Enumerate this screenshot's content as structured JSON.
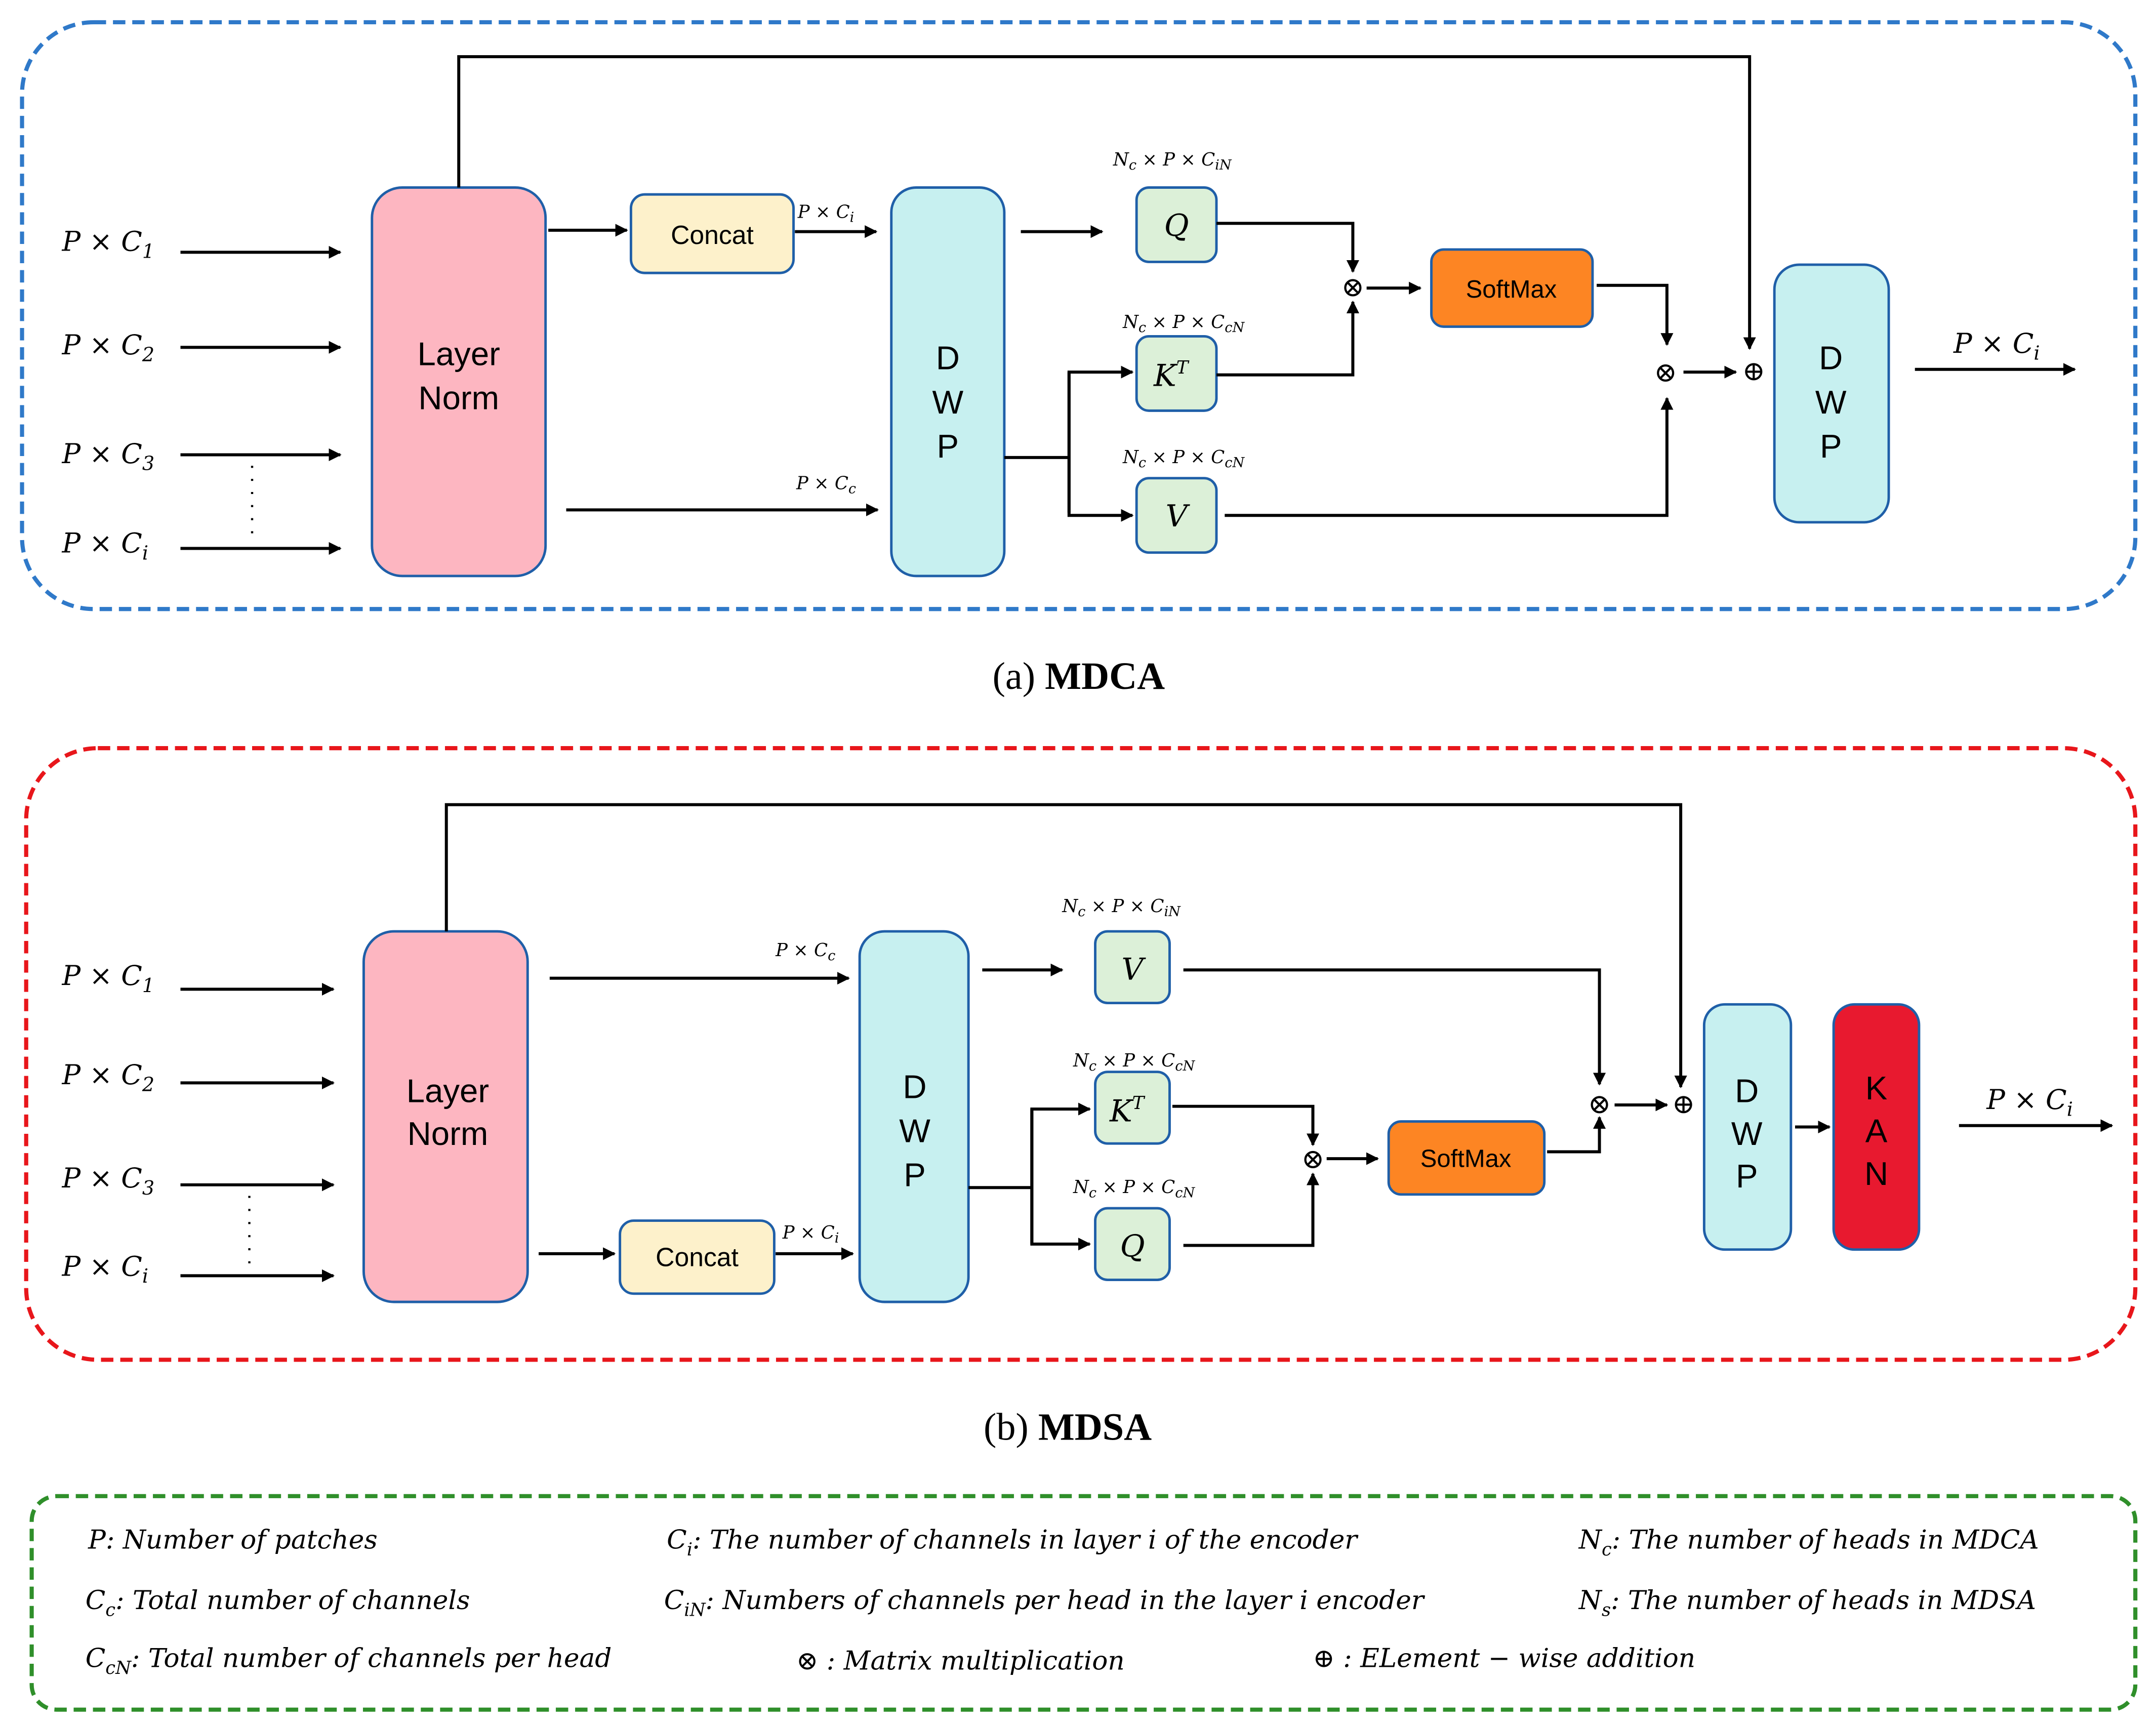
{
  "colors": {
    "panel_a_border": "#2f79c9",
    "panel_b_border": "#e8161b",
    "legend_border": "#2f8f2a",
    "layer_norm_fill": "#fdb6c1",
    "dwp_fill": "#c7f0f0",
    "concat_fill": "#fdf1cb",
    "qkv_fill": "#dcf0d8",
    "softmax_fill": "#fd8523",
    "kan_fill": "#e8192f",
    "box_stroke": "#1f5fa8"
  },
  "panel_a": {
    "caption_prefix": "(a)",
    "caption_name": "MDCA",
    "inputs": [
      "P × C",
      "P × C",
      "P × C",
      "P × C"
    ],
    "input_subscripts": [
      "1",
      "2",
      "3",
      "i"
    ],
    "layer_norm": [
      "Layer",
      "Norm"
    ],
    "concat": "Concat",
    "concat_out_label": "P × C",
    "concat_out_sub": "i",
    "direct_label": "P × C",
    "direct_sub": "c",
    "dwp1": [
      "D",
      "W",
      "P"
    ],
    "q": {
      "label": "Q",
      "dim": "N",
      "dim_sub1": "c",
      "dim_mid": " × P × C",
      "dim_sub2": "iN"
    },
    "k": {
      "label": "K",
      "sup": "T",
      "dim": "N",
      "dim_sub1": "c",
      "dim_mid": " × P × C",
      "dim_sub2": "cN"
    },
    "v": {
      "label": "V",
      "dim": "N",
      "dim_sub1": "c",
      "dim_mid": " × P × C",
      "dim_sub2": "cN"
    },
    "softmax": "SoftMax",
    "mat_mul": "⊗",
    "add": "⊕",
    "dwp2": [
      "D",
      "W",
      "P"
    ],
    "output": "P × C",
    "output_sub": "i"
  },
  "panel_b": {
    "caption_prefix": "(b)",
    "caption_name": "MDSA",
    "inputs": [
      "P × C",
      "P × C",
      "P × C",
      "P × C"
    ],
    "input_subscripts": [
      "1",
      "2",
      "3",
      "i"
    ],
    "layer_norm": [
      "Layer",
      "Norm"
    ],
    "direct_label": "P × C",
    "direct_sub": "c",
    "concat": "Concat",
    "concat_out_label": "P × C",
    "concat_out_sub": "i",
    "dwp1": [
      "D",
      "W",
      "P"
    ],
    "v": {
      "label": "V",
      "dim": "N",
      "dim_sub1": "c",
      "dim_mid": " × P × C",
      "dim_sub2": "iN"
    },
    "k": {
      "label": "K",
      "sup": "T",
      "dim": "N",
      "dim_sub1": "c",
      "dim_mid": " × P × C",
      "dim_sub2": "cN"
    },
    "q": {
      "label": "Q",
      "dim": "N",
      "dim_sub1": "c",
      "dim_mid": " × P × C",
      "dim_sub2": "cN"
    },
    "softmax": "SoftMax",
    "mat_mul": "⊗",
    "add": "⊕",
    "dwp2": [
      "D",
      "W",
      "P"
    ],
    "kan": [
      "K",
      "A",
      "N"
    ],
    "output": "P × C",
    "output_sub": "i"
  },
  "legend": {
    "items": [
      {
        "sym": "P",
        "sub": "",
        "text": ": Number of patches"
      },
      {
        "sym": "C",
        "sub": "i",
        "text": ": The number of channels in layer i of the encoder"
      },
      {
        "sym": "N",
        "sub": "c",
        "text": ": The number of heads in MDCA"
      },
      {
        "sym": "C",
        "sub": "c",
        "text": ": Total number of channels"
      },
      {
        "sym": "C",
        "sub": "iN",
        "text": ":  Numbers of channels per head in the layer i encoder"
      },
      {
        "sym": "N",
        "sub": "s",
        "text": ": The number of heads in MDSA"
      },
      {
        "sym": "C",
        "sub": "cN",
        "text": ": Total number of channels per head"
      },
      {
        "sym": "⊗",
        "sub": "",
        "text": " : Matrix multiplication"
      },
      {
        "sym": "⊕",
        "sub": "",
        "text": " : ELement − wise addition"
      }
    ]
  }
}
